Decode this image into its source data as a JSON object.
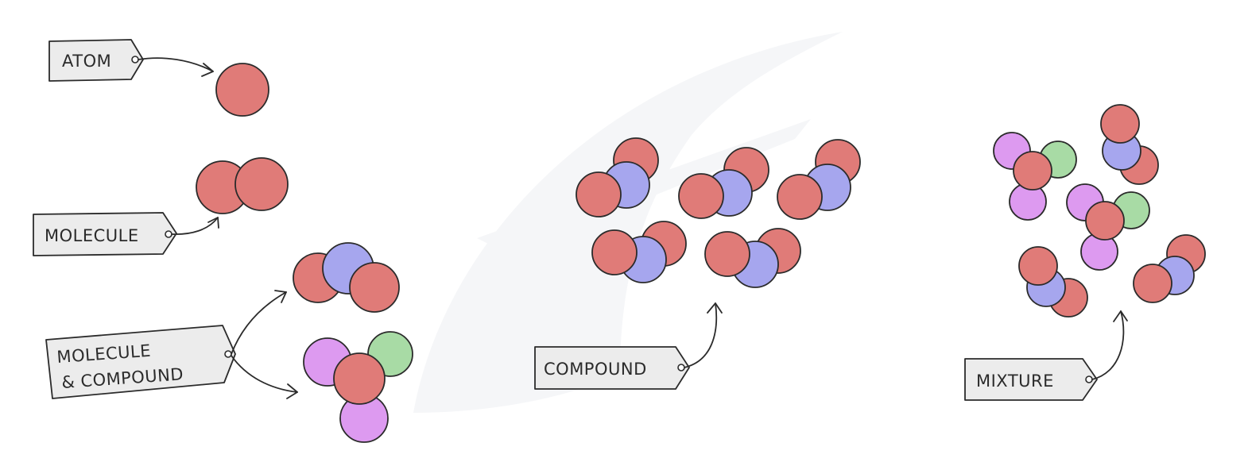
{
  "labels": {
    "atom": "ATOM",
    "molecule": "MOLECULE",
    "molecule_compound_line1": "MOLECULE",
    "molecule_compound_line2": "& COMPOUND",
    "compound": "COMPOUND",
    "mixture": "MIXTURE"
  },
  "colors": {
    "element_red": "#e07b78",
    "element_blue": "#a6a6ee",
    "element_green": "#a8dba5",
    "element_purple": "#dd9af0",
    "tag_fill": "#ececec",
    "outline": "#2b2b2b"
  }
}
